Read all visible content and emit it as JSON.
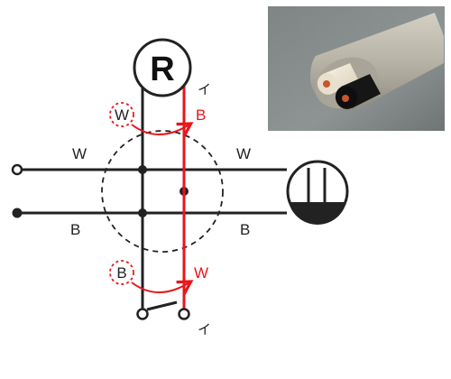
{
  "diagram": {
    "lamp_symbol": "R",
    "top_terminal_label": "イ",
    "bottom_terminal_label": "イ",
    "wire_top_left_label": "W",
    "wire_top_right_label": "W",
    "wire_bottom_left_label": "B",
    "wire_bottom_right_label": "B",
    "top_swap_from": "W",
    "top_swap_to": "B",
    "bottom_swap_from": "B",
    "bottom_swap_to": "W"
  },
  "photo": {
    "subject": "two-core-cable-cross-section"
  },
  "colors": {
    "wire": "#222222",
    "highlight": "#e8161b",
    "photo_background": "#8a8f8f",
    "cable_sheath": "#b9b5aa",
    "white_core": "#efe6d6",
    "black_core": "#141414",
    "copper": "#c9552d"
  }
}
